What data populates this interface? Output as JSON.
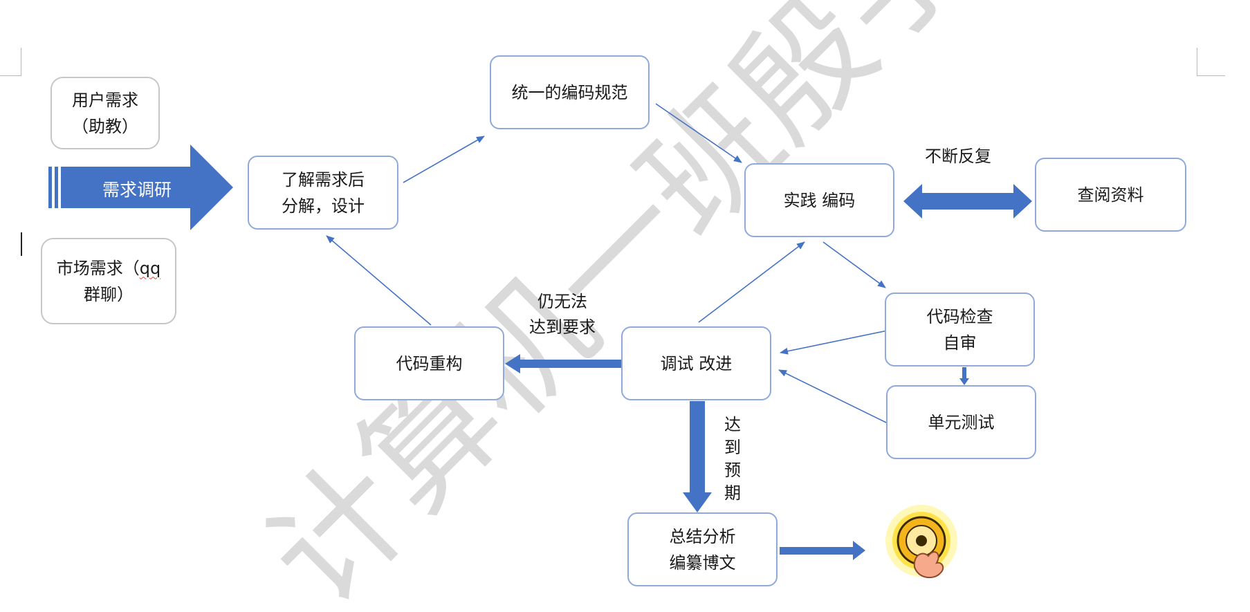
{
  "diagram": {
    "nodes": {
      "user_req": {
        "lines": [
          "用户需求",
          "（助教）"
        ]
      },
      "market_req": {
        "line1": "市场需求（",
        "line1_squiggle": "qq",
        "line2": "群聊）"
      },
      "analyze": {
        "lines": [
          "了解需求后",
          "分解，设计"
        ]
      },
      "coding_std": {
        "lines": [
          "统一的编码规范"
        ]
      },
      "practice": {
        "lines": [
          "实践  编码"
        ]
      },
      "reference": {
        "lines": [
          "查阅资料"
        ]
      },
      "code_review": {
        "lines": [
          "代码检查",
          "自审"
        ]
      },
      "unit_test": {
        "lines": [
          "单元测试"
        ]
      },
      "debug": {
        "lines": [
          "调试  改进"
        ]
      },
      "refactor": {
        "lines": [
          "代码重构"
        ]
      },
      "summary": {
        "lines": [
          "总结分析",
          "编纂博文"
        ]
      }
    },
    "labels": {
      "research": "需求调研",
      "repeat": "不断反复",
      "still_fail": [
        "仍无法",
        "达到要求"
      ],
      "expected": [
        "达",
        "到",
        "预",
        "期"
      ]
    },
    "watermark": "计算机一班殷宇轩",
    "colors": {
      "arrow": "#4472c4",
      "node_border": "#8fa9d8",
      "grey_border": "#c6c6c6",
      "watermark": "#d4d4d4"
    },
    "icons": [
      "cd-disc-icon"
    ]
  }
}
